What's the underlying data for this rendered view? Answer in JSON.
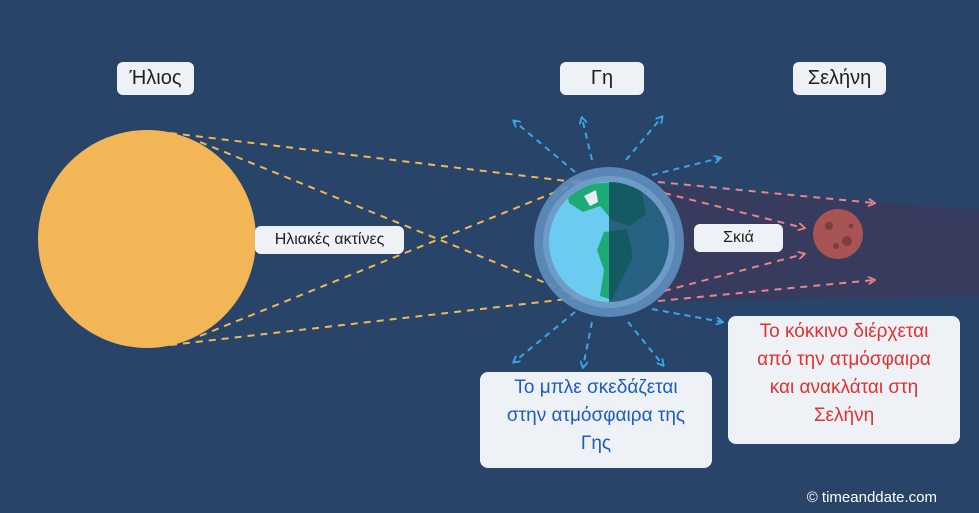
{
  "labels": {
    "sun": "Ήλιος",
    "earth": "Γη",
    "moon": "Σελήνη",
    "sun_rays": "Ηλιακές ακτίνες",
    "shadow": "Σκιά"
  },
  "notes": {
    "blue_scatter": [
      "Το μπλε σκεδάζεται",
      "στην ατμόσφαιρα της",
      "Γης"
    ],
    "red_refract": [
      "Το κόκκινο διέρχεται",
      "από την ατμόσφαιρα",
      "και ανακλάται στη",
      "Σελήνη"
    ]
  },
  "copyright": "© timeanddate.com",
  "colors": {
    "background": "#294469",
    "sun": "#f2b656",
    "sun_rays": "#f2b656",
    "blue_scatter": "#39a6e8",
    "red_light": "#e8848a",
    "moon": "#a85454",
    "ocean": "#6ccbf1",
    "land": "#1eaa74",
    "atmosphere": "#5e8fbf",
    "blue_text": "#1c5dc4",
    "red_text": "#e3312f"
  }
}
